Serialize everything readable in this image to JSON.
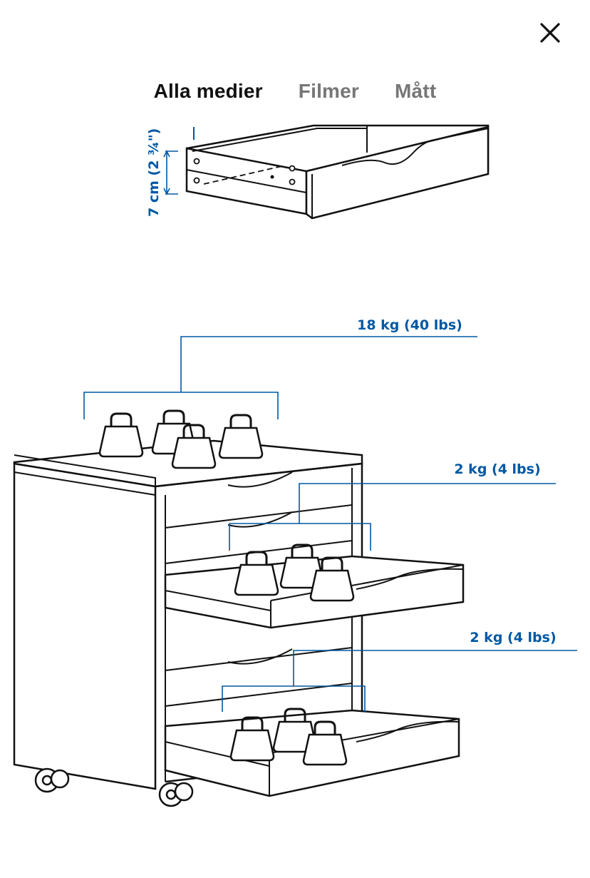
{
  "header": {
    "close_icon": "close-icon"
  },
  "tabs": [
    {
      "label": "Alla medier",
      "active": true
    },
    {
      "label": "Filmer",
      "active": false
    },
    {
      "label": "Mått",
      "active": false
    }
  ],
  "media": {
    "drawer_height_label": "7 cm (2 ¾\")",
    "load_labels": {
      "top": "18 kg (40 lbs)",
      "middle_drawer": "2 kg (4 lbs)",
      "bottom_drawer": "2 kg (4 lbs)"
    },
    "accent_color": "#0058a3",
    "line_color": "#111111"
  }
}
